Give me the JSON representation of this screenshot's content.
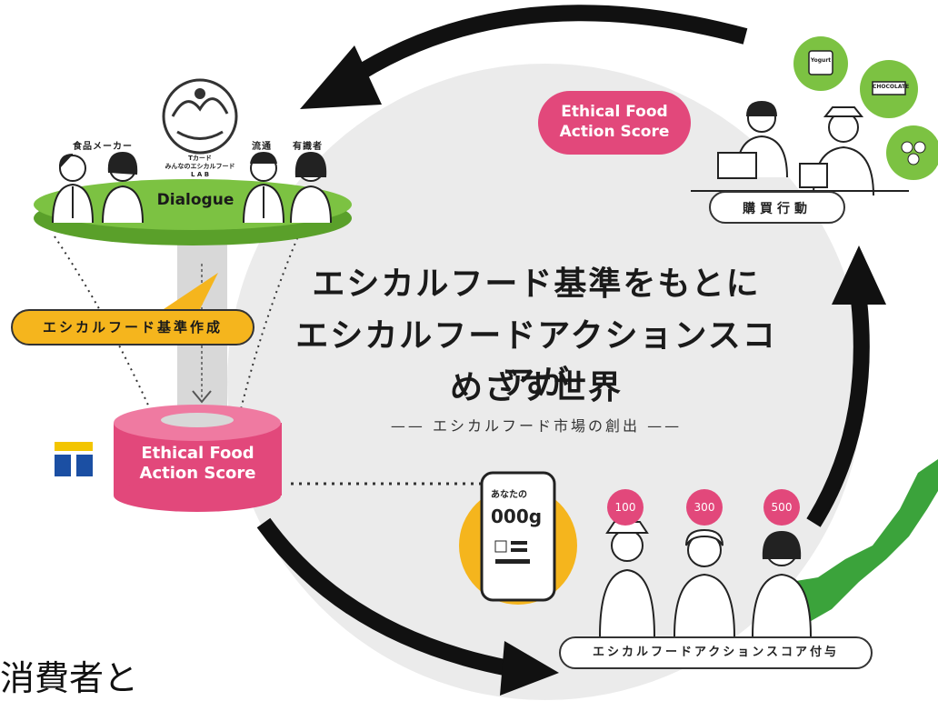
{
  "diagram": {
    "headline_lines": [
      "エシカルフード基準をもとに",
      "エシカルフードアクションスコアが",
      "めざす世界"
    ],
    "subtitle": "エシカルフード市場の創出",
    "dialogue_label": "Dialogue",
    "criteria_label": "エシカルフード基準作成",
    "score_cylinder_lines": [
      "Ethical Food",
      "Action Score"
    ],
    "score_bubble_lines": [
      "Ethical Food",
      "Action Score"
    ],
    "purchase_label": "購買行動",
    "grant_label": "エシカルフードアクションスコア付与",
    "stakeholders": {
      "maker": "食品メーカー",
      "distribution": "流通",
      "expert": "有識者",
      "lab_lines": [
        "Tカード",
        "みんなのエシカルフード",
        "L A B"
      ]
    },
    "phone": {
      "label": "あなたの",
      "value": "000g"
    },
    "scores": [
      "100",
      "300",
      "500"
    ],
    "products": [
      "Yogurt",
      "CHOCOLATE"
    ],
    "caption_fragment": "消費者と"
  },
  "colors": {
    "green": "#7cc242",
    "pink": "#e2487b",
    "yellow": "#f5b51d",
    "t_blue": "#1b4fa3",
    "t_yellow": "#f3c500",
    "circle_gray": "#ebebeb"
  }
}
